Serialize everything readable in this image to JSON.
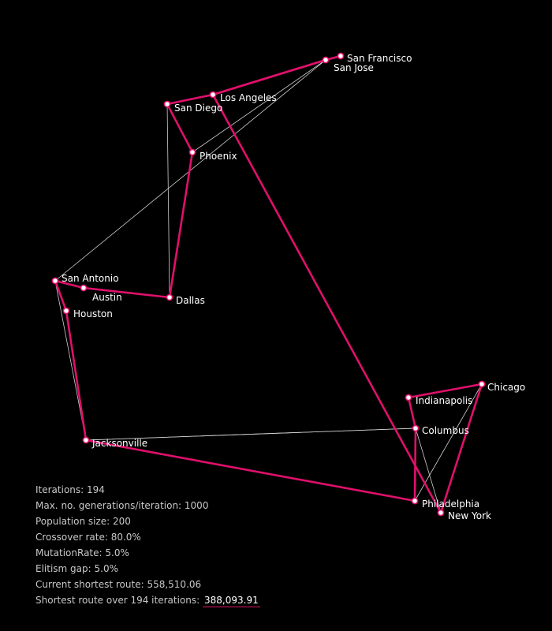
{
  "colors": {
    "background": "#000000",
    "best_route": "#e0106b",
    "current_route": "#d0d0d0",
    "node_fill": "#ffffff",
    "node_stroke": "#e0106b",
    "text": "#c8c8c8"
  },
  "cities": [
    {
      "id": "san-francisco",
      "name": "San Francisco"
    },
    {
      "id": "san-jose",
      "name": "San Jose"
    },
    {
      "id": "los-angeles",
      "name": "Los Angeles"
    },
    {
      "id": "san-diego",
      "name": "San Diego"
    },
    {
      "id": "phoenix",
      "name": "Phoenix"
    },
    {
      "id": "san-antonio",
      "name": "San Antonio"
    },
    {
      "id": "austin",
      "name": "Austin"
    },
    {
      "id": "houston",
      "name": "Houston"
    },
    {
      "id": "dallas",
      "name": "Dallas"
    },
    {
      "id": "jacksonville",
      "name": "Jacksonville"
    },
    {
      "id": "chicago",
      "name": "Chicago"
    },
    {
      "id": "indianapolis",
      "name": "Indianapolis"
    },
    {
      "id": "columbus",
      "name": "Columbus"
    },
    {
      "id": "philadelphia",
      "name": "Philadelphia"
    },
    {
      "id": "new-york",
      "name": "New York"
    }
  ],
  "best_route": [
    "san-francisco",
    "san-jose",
    "los-angeles",
    "san-diego",
    "phoenix",
    "dallas",
    "austin",
    "san-antonio",
    "houston",
    "jacksonville",
    "philadelphia",
    "columbus",
    "indianapolis",
    "chicago",
    "new-york",
    "los-angeles",
    "san-jose"
  ],
  "current_route": [
    "san-jose",
    "los-angeles",
    "san-diego",
    "dallas",
    "phoenix",
    "san-jose",
    "san-antonio",
    "houston",
    "jacksonville",
    "columbus",
    "philadelphia",
    "chicago",
    "new-york",
    "columbus",
    "jacksonville",
    "san-antonio"
  ],
  "stats": {
    "iterations": "Iterations: 194",
    "max_generations": "Max. no. generations/iteration: 1000",
    "population": "Population size: 200",
    "crossover": "Crossover rate: 80.0%",
    "mutation": "MutationRate: 5.0%",
    "elitism": "Elitism gap: 5.0%",
    "current_shortest": "Current shortest route: 558,510.06",
    "shortest_label": "Shortest route over 194 iterations:",
    "shortest_value": "388,093.91"
  }
}
